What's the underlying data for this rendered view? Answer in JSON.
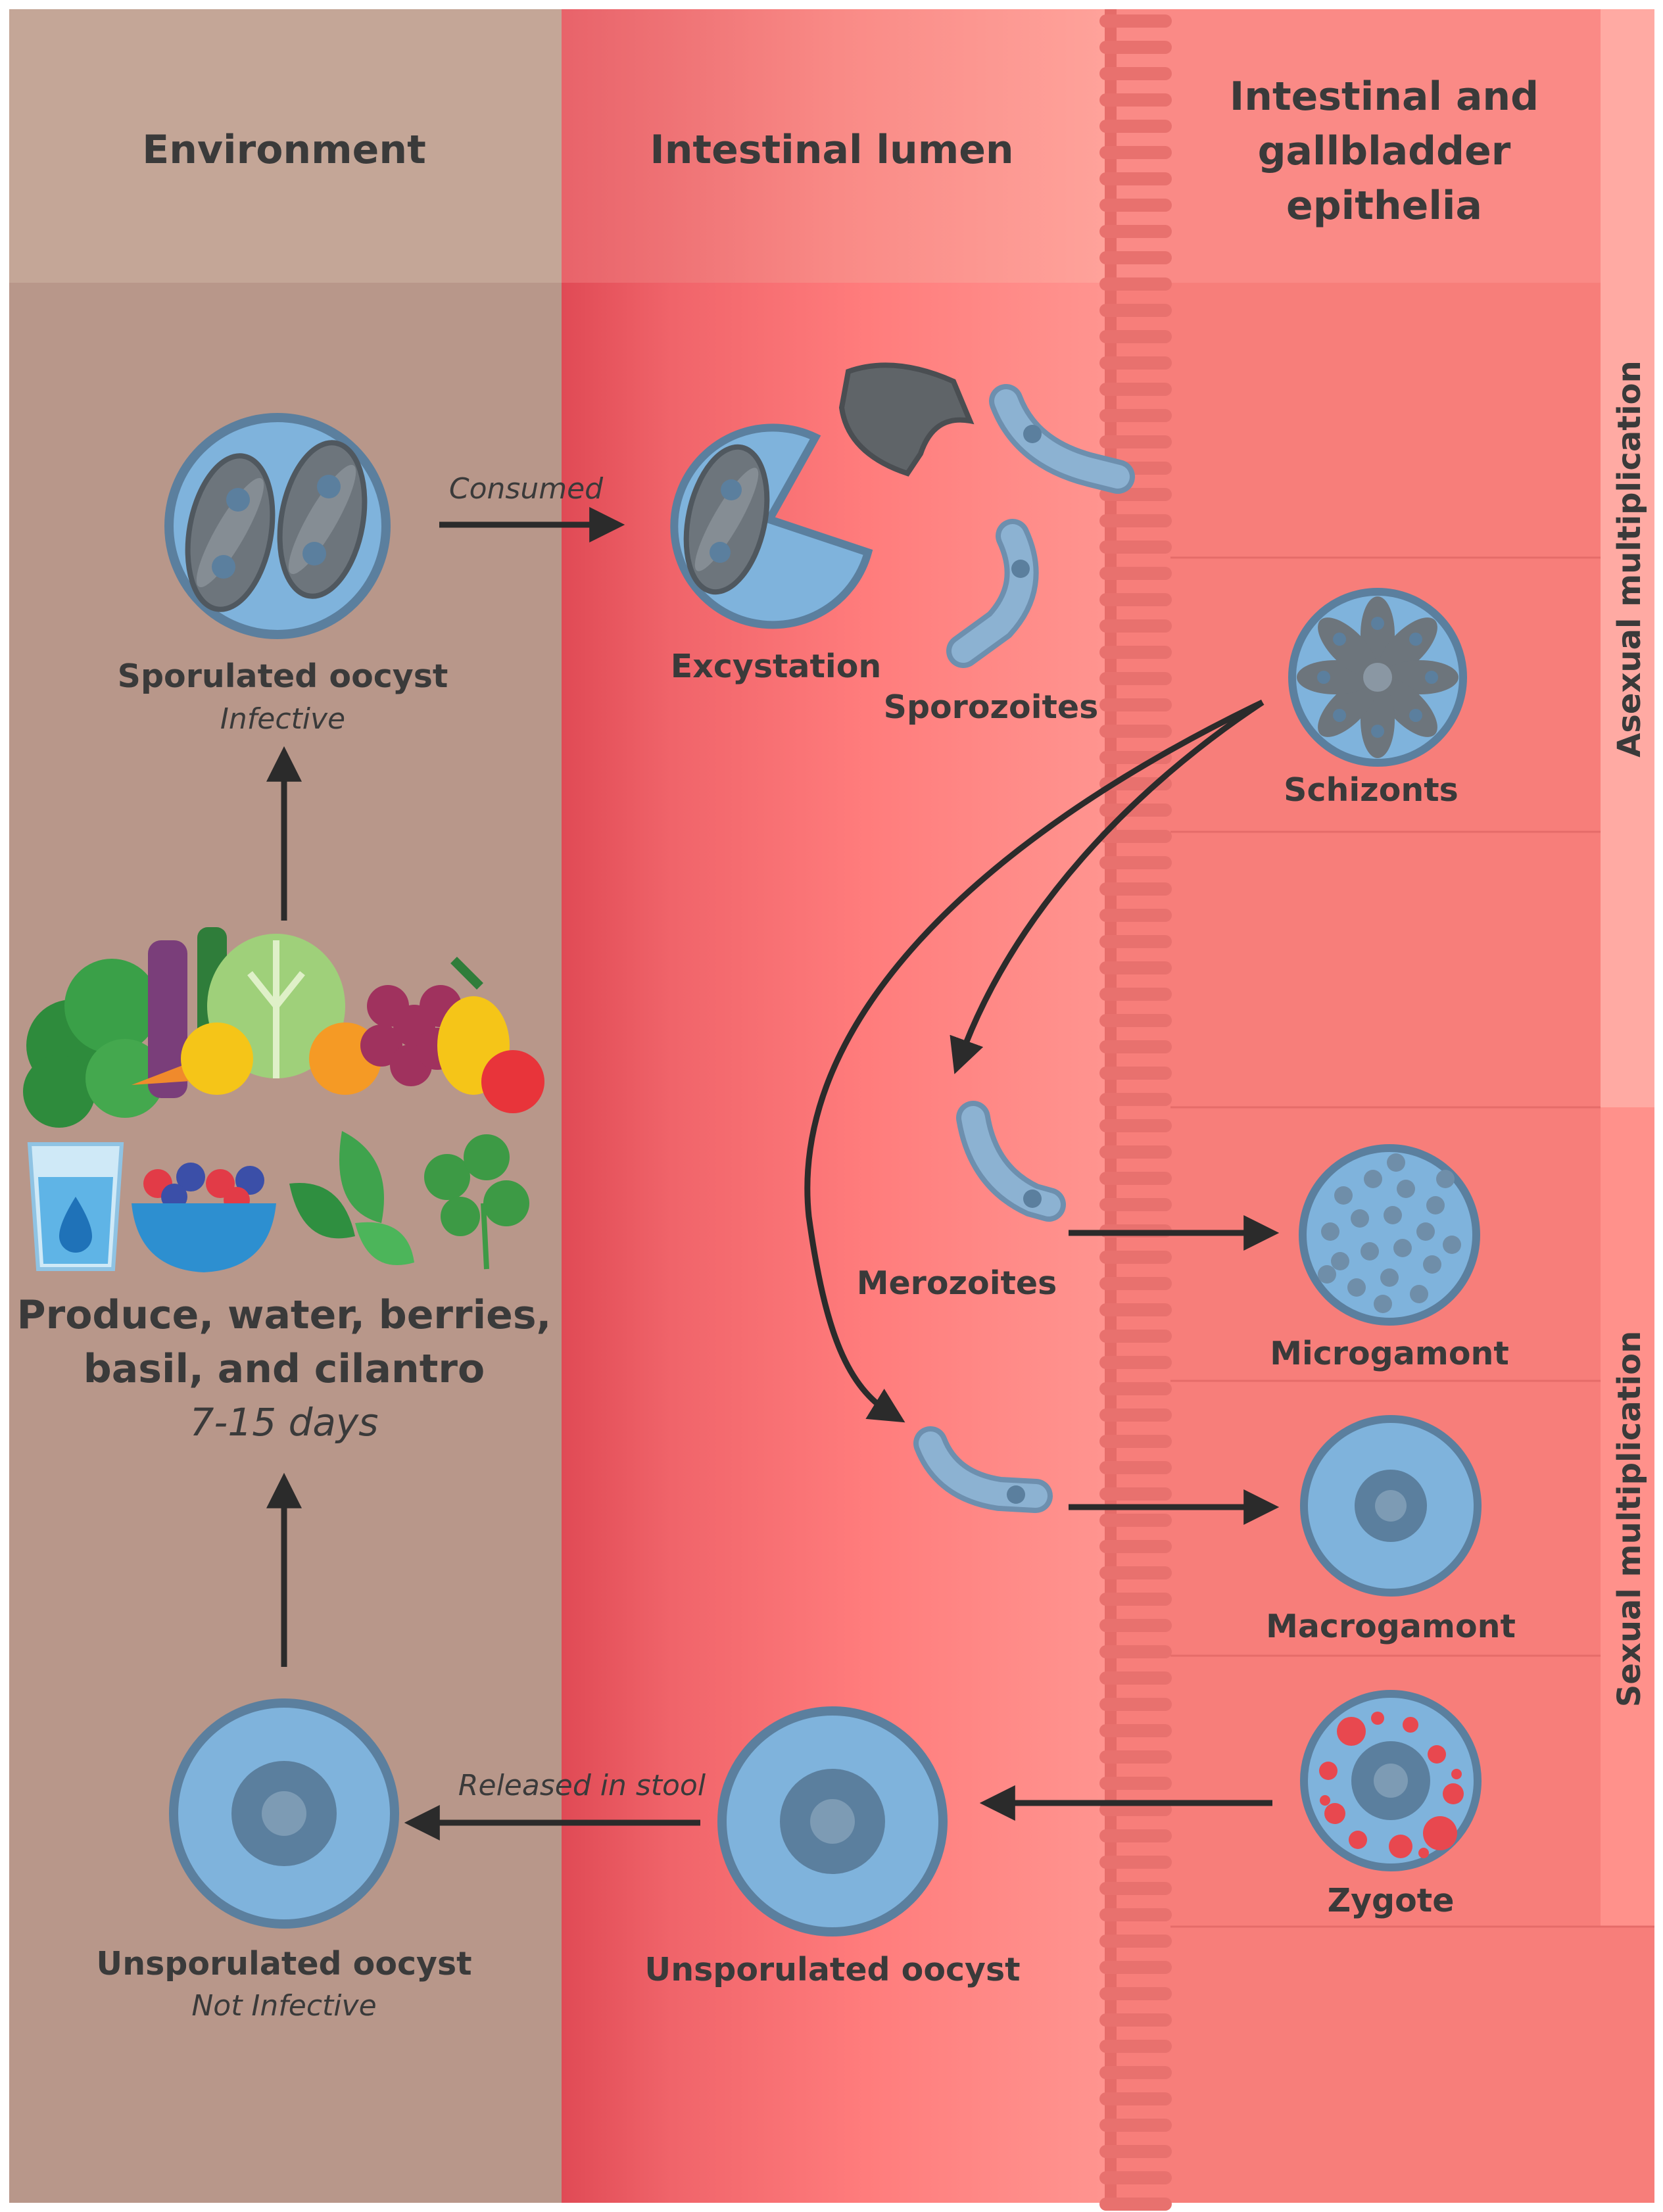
{
  "headers": {
    "environment": "Environment",
    "lumen": "Intestinal lumen",
    "epithelia_line1": "Intestinal and",
    "epithelia_line2": "gallbladder",
    "epithelia_line3": "epithelia"
  },
  "side_labels": {
    "asexual": "Asexual multiplication",
    "sexual": "Sexual multiplication"
  },
  "environment": {
    "sporulated_title": "Sporulated oocyst",
    "sporulated_sub": "Infective",
    "produce_line1": "Produce, water, berries,",
    "produce_line2": "basil, and cilantro",
    "produce_days": "7-15 days",
    "unsporulated_title": "Unsporulated oocyst",
    "unsporulated_sub": "Not Infective"
  },
  "lumen": {
    "consumed": "Consumed",
    "excystation": "Excystation",
    "sporozoites": "Sporozoites",
    "merozoites": "Merozoites",
    "unsporulated": "Unsporulated oocyst",
    "released": "Released in stool"
  },
  "epithelia": {
    "schizonts": "Schizonts",
    "microgamont": "Microgamont",
    "macrogamont": "Macrogamont",
    "zygote": "Zygote"
  },
  "colors": {
    "env_header": "#c4a697",
    "env_body": "#b8978a",
    "lumen": "#f57a7a",
    "epithelia": "#f77e7a",
    "cell_blue": "#7fb3dc",
    "cell_dark": "#5b7f9e",
    "gray": "#6d757c"
  }
}
